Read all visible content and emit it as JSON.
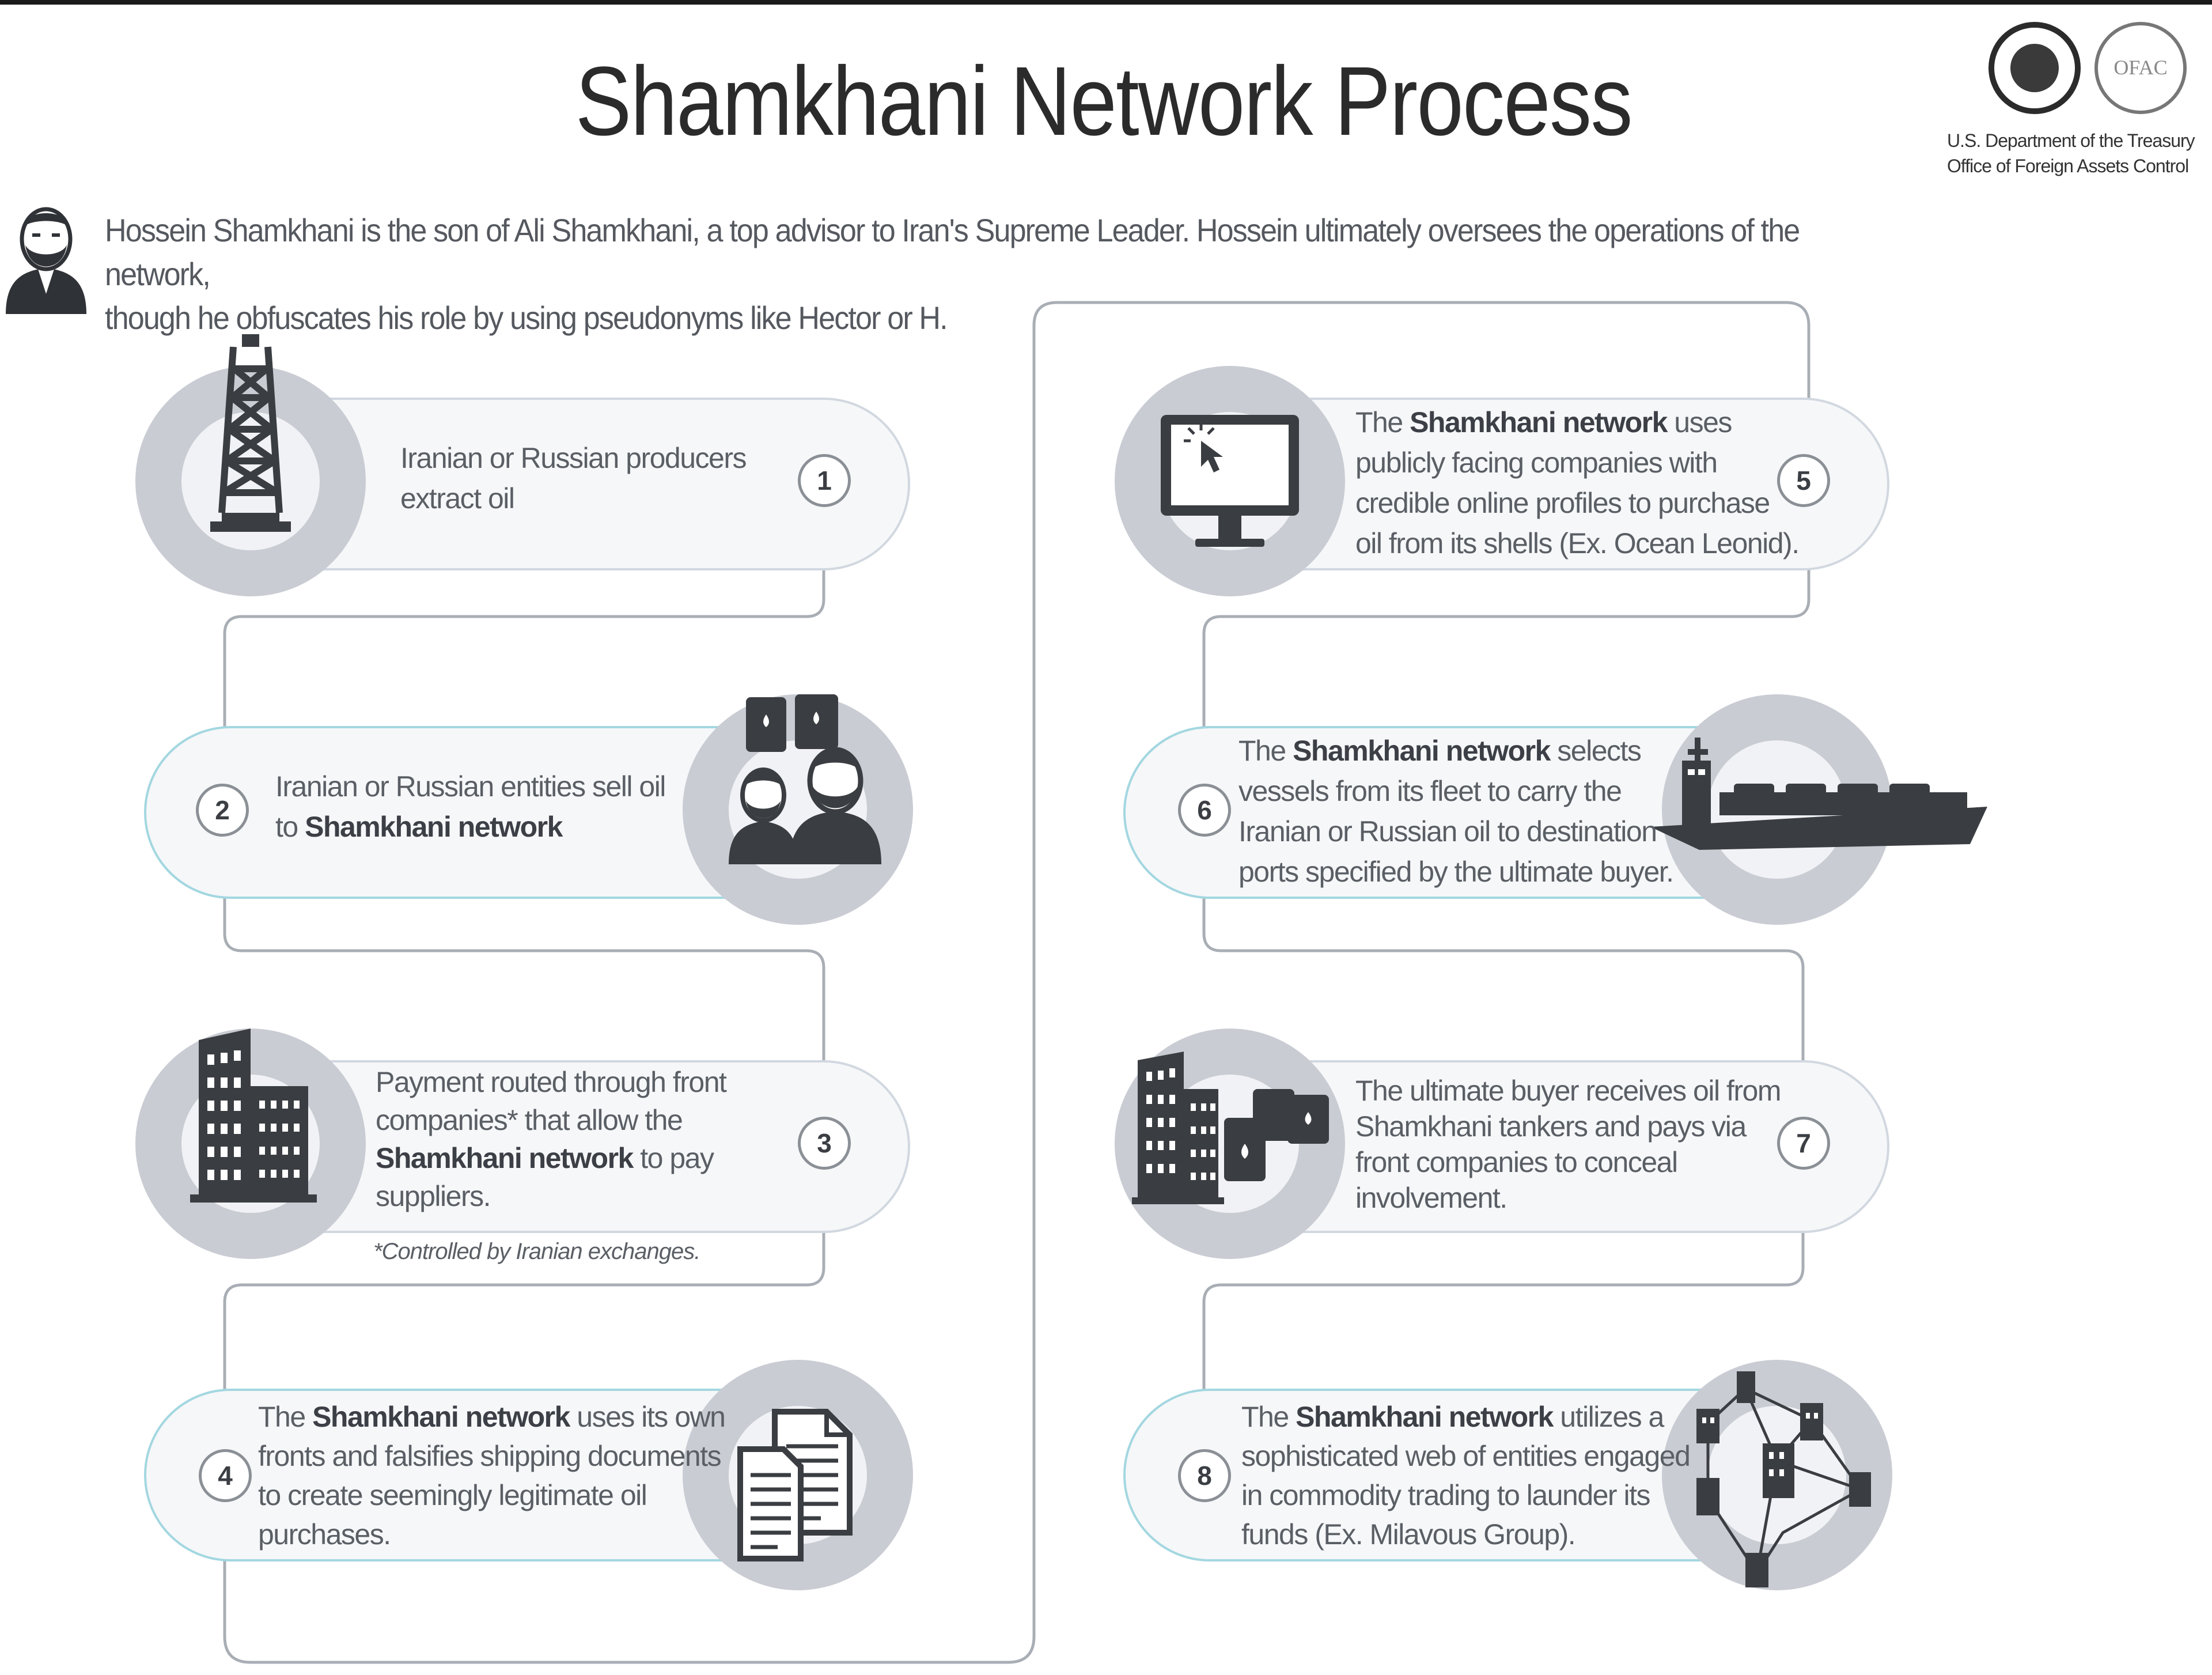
{
  "title": "Shamkhani Network Process",
  "agency": {
    "line1": "U.S. Department of the Treasury",
    "line2": "Office of Foreign Assets Control",
    "seal2_text": "OFAC"
  },
  "intro": {
    "line1": "Hossein Shamkhani is the son of Ali Shamkhani, a top advisor to Iran's Supreme Leader. Hossein ultimately oversees the operations of the network,",
    "line2": "though he obfuscates his role by using pseudonyms like Hector or H."
  },
  "steps": [
    {
      "number": "1",
      "lines": [
        "Iranian or Russian producers",
        "extract oil"
      ],
      "icon": "oil-derrick-icon"
    },
    {
      "number": "2",
      "lines": [
        "Iranian or Russian entities sell oil",
        "to |Shamkhani network|"
      ],
      "icon": "oil-sellers-icon"
    },
    {
      "number": "3",
      "lines": [
        "Payment routed through front",
        "companies* that allow the",
        "|Shamkhani network| to pay",
        "suppliers."
      ],
      "icon": "office-building-icon",
      "note": "*Controlled by Iranian exchanges."
    },
    {
      "number": "4",
      "lines": [
        "The |Shamkhani network| uses its own",
        "fronts and falsifies shipping documents",
        "to create seemingly legitimate oil",
        "purchases."
      ],
      "icon": "documents-icon"
    },
    {
      "number": "5",
      "lines": [
        "The |Shamkhani network| uses",
        "publicly facing companies with",
        "credible online profiles to purchase",
        "oil from its shells (Ex. Ocean Leonid)."
      ],
      "icon": "computer-monitor-icon"
    },
    {
      "number": "6",
      "lines": [
        "The |Shamkhani network| selects",
        "vessels from its fleet to carry the",
        "Iranian or Russian oil to destination",
        "ports specified by the ultimate buyer."
      ],
      "icon": "tanker-ship-icon"
    },
    {
      "number": "7",
      "lines": [
        "The ultimate buyer receives oil from",
        "Shamkhani tankers and pays via",
        "front companies to conceal",
        "involvement."
      ],
      "icon": "buildings-barrels-icon"
    },
    {
      "number": "8",
      "lines": [
        "The |Shamkhani network| utilizes a",
        "sophisticated web of entities engaged",
        "in commodity trading to launder its",
        "funds (Ex. Milavous Group)."
      ],
      "icon": "entity-network-icon"
    }
  ]
}
